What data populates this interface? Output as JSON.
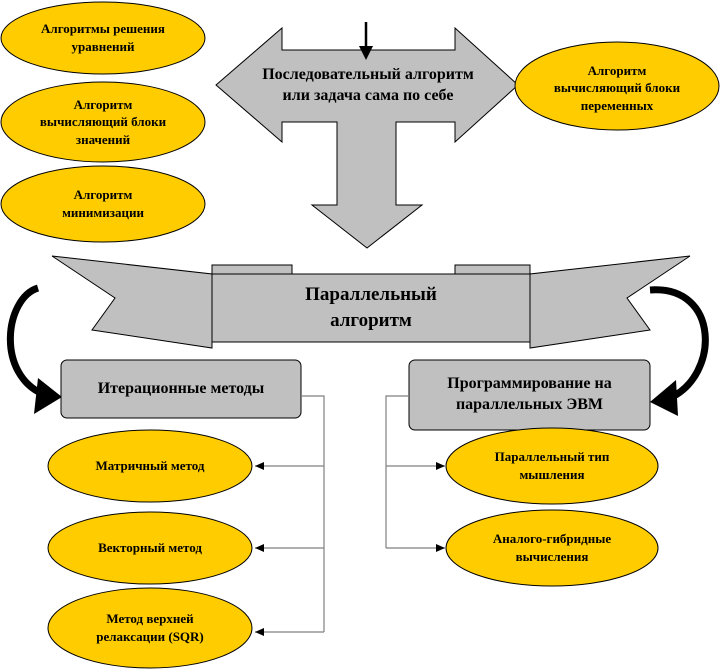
{
  "colors": {
    "oval_fill": "#ffcc00",
    "gray_fill": "#c0c0c0",
    "stroke": "#000000",
    "line": "#808080"
  },
  "left_ovals": [
    {
      "text": "Алгоритмы решения\nуравнений"
    },
    {
      "text": "Алгоритм\nвычисляющий блоки\nзначений"
    },
    {
      "text": "Алгоритм\nминимизации"
    }
  ],
  "right_oval": {
    "text": "Алгоритм\nвычисляющий блоки\nпеременных"
  },
  "top_arrow": {
    "text": "Последовательный алгоритм\nили задача сама по себе"
  },
  "banner": {
    "text": "Параллельный\nалгоритм"
  },
  "left_box": {
    "text": "Итерационные методы"
  },
  "right_box": {
    "text": "Программирование на\nпараллельных ЭВМ"
  },
  "left_methods": [
    {
      "text": "Матричный метод"
    },
    {
      "text": "Векторный метод"
    },
    {
      "text": "Метод верхней\nрелаксации (SQR)"
    }
  ],
  "right_items": [
    {
      "text": "Параллельный тип\nмышления"
    },
    {
      "text": "Аналого-гибридные\nвычисления"
    }
  ],
  "icons": [
    "down-arrow-icon",
    "curved-arrow-left-icon",
    "curved-arrow-right-icon"
  ]
}
